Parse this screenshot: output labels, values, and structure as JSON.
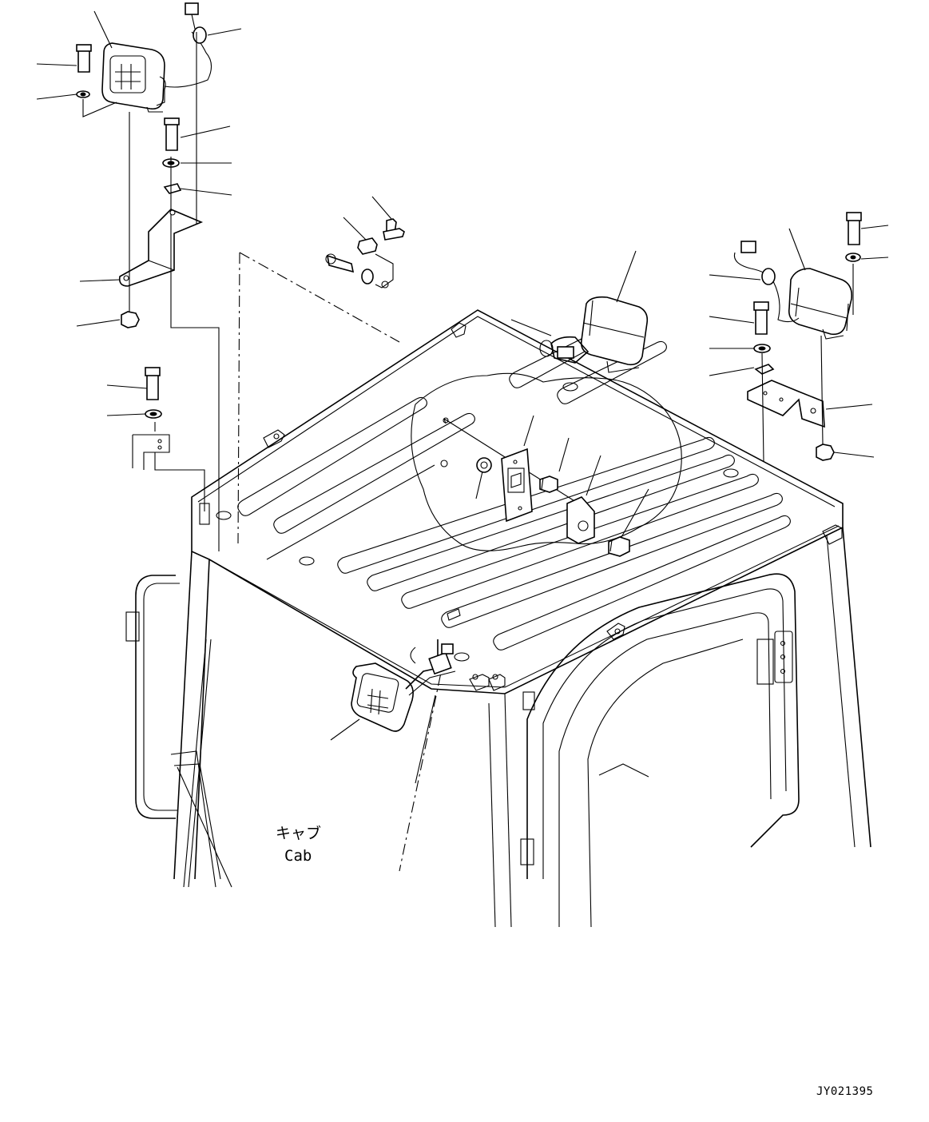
{
  "labels": {
    "cab_jp": "キャブ",
    "cab_en": "Cab"
  },
  "drawing_code": "JY021395"
}
